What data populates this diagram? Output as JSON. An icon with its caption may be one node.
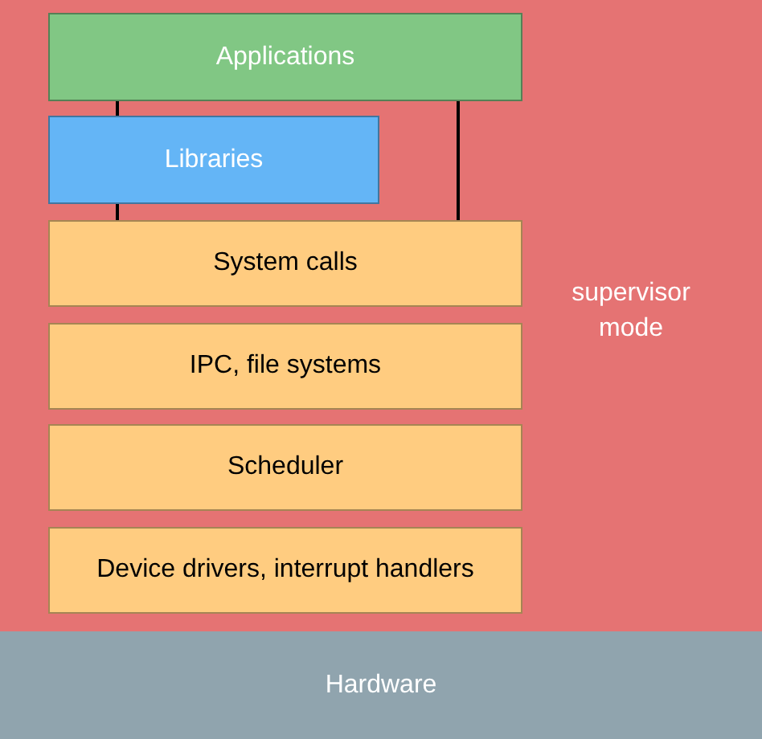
{
  "diagram": {
    "nodes": [
      {
        "text": [
          "supervisor mode"
        ]
      },
      {
        "text": [
          "Applications"
        ],
        "in": 0
      },
      {
        "text": [
          "Libraries"
        ],
        "in": 0
      },
      {
        "text": [
          "System calls"
        ],
        "in": 0
      },
      {
        "text": [
          "IPC, file systems"
        ],
        "in": 0
      },
      {
        "text": [
          "Scheduler"
        ],
        "in": 0
      },
      {
        "text": [
          "Device drivers, interrupt handlers"
        ],
        "in": 0
      },
      {
        "text": [
          "Hardware"
        ]
      }
    ],
    "edges": [
      {
        "from": 1,
        "to": 2,
        "arrow": "none"
      },
      {
        "from": 2,
        "to": 3,
        "arrow": "none"
      },
      {
        "from": 1,
        "to": 3,
        "arrow": "none"
      }
    ]
  }
}
